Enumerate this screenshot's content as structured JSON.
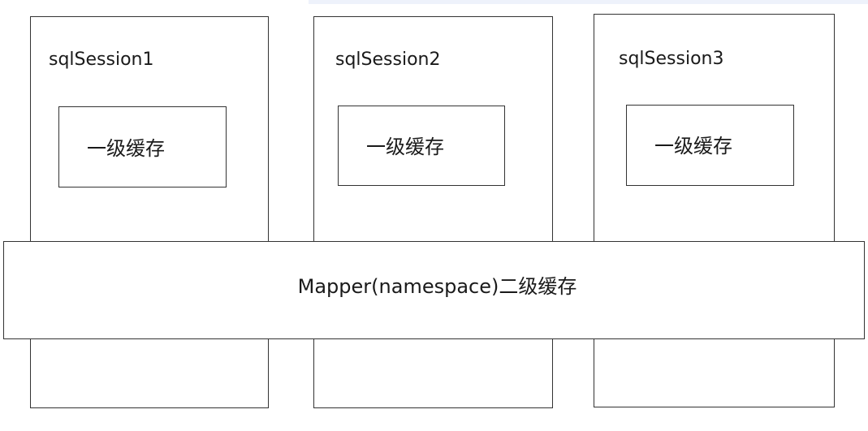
{
  "sessions": [
    {
      "label": "sqlSession1",
      "cache_label": "一级缓存"
    },
    {
      "label": "sqlSession2",
      "cache_label": "一级缓存"
    },
    {
      "label": "sqlSession3",
      "cache_label": "一级缓存"
    }
  ],
  "mapper": {
    "label": "Mapper(namespace)二级缓存"
  }
}
